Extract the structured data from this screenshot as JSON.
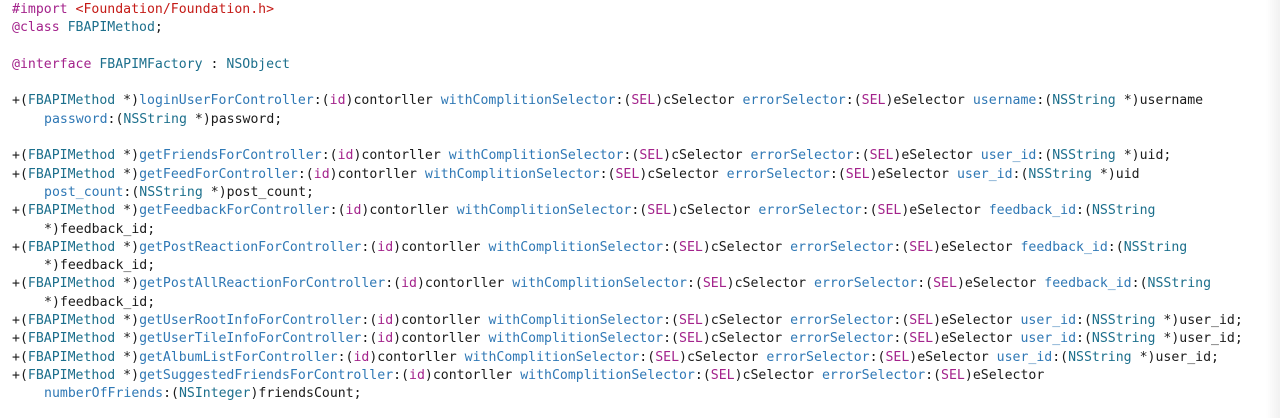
{
  "editor": {
    "language": "objective-c",
    "colors": {
      "keyword": "#a3228b",
      "string": "#c41a16",
      "class": "#1c6f8c",
      "selector": "#2f78b5",
      "plain": "#1a1a1a",
      "background": "#ffffff"
    },
    "lines": [
      {
        "indent": false,
        "tokens": [
          {
            "t": "kw",
            "v": "#import "
          },
          {
            "t": "str",
            "v": "<Foundation/Foundation.h>"
          }
        ]
      },
      {
        "indent": false,
        "tokens": [
          {
            "t": "kw",
            "v": "@class "
          },
          {
            "t": "cls",
            "v": "FBAPIMethod"
          },
          {
            "t": "pl",
            "v": ";"
          }
        ]
      },
      {
        "indent": false,
        "tokens": []
      },
      {
        "indent": false,
        "tokens": [
          {
            "t": "kw",
            "v": "@interface "
          },
          {
            "t": "cls",
            "v": "FBAPIMFactory"
          },
          {
            "t": "pl",
            "v": " : "
          },
          {
            "t": "cls",
            "v": "NSObject"
          }
        ]
      },
      {
        "indent": false,
        "tokens": []
      },
      {
        "indent": false,
        "tokens": [
          {
            "t": "pl",
            "v": "+("
          },
          {
            "t": "cls",
            "v": "FBAPIMethod"
          },
          {
            "t": "pl",
            "v": " *)"
          },
          {
            "t": "sel",
            "v": "loginUserForController"
          },
          {
            "t": "pl",
            "v": ":("
          },
          {
            "t": "kw",
            "v": "id"
          },
          {
            "t": "pl",
            "v": ")contorller "
          },
          {
            "t": "sel",
            "v": "withComplitionSelector"
          },
          {
            "t": "pl",
            "v": ":("
          },
          {
            "t": "kw",
            "v": "SEL"
          },
          {
            "t": "pl",
            "v": ")cSelector "
          },
          {
            "t": "sel",
            "v": "errorSelector"
          },
          {
            "t": "pl",
            "v": ":("
          },
          {
            "t": "kw",
            "v": "SEL"
          },
          {
            "t": "pl",
            "v": ")eSelector "
          },
          {
            "t": "sel",
            "v": "username"
          },
          {
            "t": "pl",
            "v": ":("
          },
          {
            "t": "cls",
            "v": "NSString"
          },
          {
            "t": "pl",
            "v": " *)username"
          }
        ]
      },
      {
        "indent": true,
        "tokens": [
          {
            "t": "sel",
            "v": "password"
          },
          {
            "t": "pl",
            "v": ":("
          },
          {
            "t": "cls",
            "v": "NSString"
          },
          {
            "t": "pl",
            "v": " *)password;"
          }
        ]
      },
      {
        "indent": false,
        "tokens": []
      },
      {
        "indent": false,
        "tokens": [
          {
            "t": "pl",
            "v": "+("
          },
          {
            "t": "cls",
            "v": "FBAPIMethod"
          },
          {
            "t": "pl",
            "v": " *)"
          },
          {
            "t": "sel",
            "v": "getFriendsForController"
          },
          {
            "t": "pl",
            "v": ":("
          },
          {
            "t": "kw",
            "v": "id"
          },
          {
            "t": "pl",
            "v": ")contorller "
          },
          {
            "t": "sel",
            "v": "withComplitionSelector"
          },
          {
            "t": "pl",
            "v": ":("
          },
          {
            "t": "kw",
            "v": "SEL"
          },
          {
            "t": "pl",
            "v": ")cSelector "
          },
          {
            "t": "sel",
            "v": "errorSelector"
          },
          {
            "t": "pl",
            "v": ":("
          },
          {
            "t": "kw",
            "v": "SEL"
          },
          {
            "t": "pl",
            "v": ")eSelector "
          },
          {
            "t": "sel",
            "v": "user_id"
          },
          {
            "t": "pl",
            "v": ":("
          },
          {
            "t": "cls",
            "v": "NSString"
          },
          {
            "t": "pl",
            "v": " *)uid;"
          }
        ]
      },
      {
        "indent": false,
        "tokens": [
          {
            "t": "pl",
            "v": "+("
          },
          {
            "t": "cls",
            "v": "FBAPIMethod"
          },
          {
            "t": "pl",
            "v": " *)"
          },
          {
            "t": "sel",
            "v": "getFeedForController"
          },
          {
            "t": "pl",
            "v": ":("
          },
          {
            "t": "kw",
            "v": "id"
          },
          {
            "t": "pl",
            "v": ")contorller "
          },
          {
            "t": "sel",
            "v": "withComplitionSelector"
          },
          {
            "t": "pl",
            "v": ":("
          },
          {
            "t": "kw",
            "v": "SEL"
          },
          {
            "t": "pl",
            "v": ")cSelector "
          },
          {
            "t": "sel",
            "v": "errorSelector"
          },
          {
            "t": "pl",
            "v": ":("
          },
          {
            "t": "kw",
            "v": "SEL"
          },
          {
            "t": "pl",
            "v": ")eSelector "
          },
          {
            "t": "sel",
            "v": "user_id"
          },
          {
            "t": "pl",
            "v": ":("
          },
          {
            "t": "cls",
            "v": "NSString"
          },
          {
            "t": "pl",
            "v": " *)uid"
          }
        ]
      },
      {
        "indent": true,
        "tokens": [
          {
            "t": "sel",
            "v": "post_count"
          },
          {
            "t": "pl",
            "v": ":("
          },
          {
            "t": "cls",
            "v": "NSString"
          },
          {
            "t": "pl",
            "v": " *)post_count;"
          }
        ]
      },
      {
        "indent": false,
        "tokens": [
          {
            "t": "pl",
            "v": "+("
          },
          {
            "t": "cls",
            "v": "FBAPIMethod"
          },
          {
            "t": "pl",
            "v": " *)"
          },
          {
            "t": "sel",
            "v": "getFeedbackForController"
          },
          {
            "t": "pl",
            "v": ":("
          },
          {
            "t": "kw",
            "v": "id"
          },
          {
            "t": "pl",
            "v": ")contorller "
          },
          {
            "t": "sel",
            "v": "withComplitionSelector"
          },
          {
            "t": "pl",
            "v": ":("
          },
          {
            "t": "kw",
            "v": "SEL"
          },
          {
            "t": "pl",
            "v": ")cSelector "
          },
          {
            "t": "sel",
            "v": "errorSelector"
          },
          {
            "t": "pl",
            "v": ":("
          },
          {
            "t": "kw",
            "v": "SEL"
          },
          {
            "t": "pl",
            "v": ")eSelector "
          },
          {
            "t": "sel",
            "v": "feedback_id"
          },
          {
            "t": "pl",
            "v": ":("
          },
          {
            "t": "cls",
            "v": "NSString"
          }
        ]
      },
      {
        "indent": true,
        "tokens": [
          {
            "t": "pl",
            "v": "*)feedback_id;"
          }
        ]
      },
      {
        "indent": false,
        "tokens": [
          {
            "t": "pl",
            "v": "+("
          },
          {
            "t": "cls",
            "v": "FBAPIMethod"
          },
          {
            "t": "pl",
            "v": " *)"
          },
          {
            "t": "sel",
            "v": "getPostReactionForController"
          },
          {
            "t": "pl",
            "v": ":("
          },
          {
            "t": "kw",
            "v": "id"
          },
          {
            "t": "pl",
            "v": ")contorller "
          },
          {
            "t": "sel",
            "v": "withComplitionSelector"
          },
          {
            "t": "pl",
            "v": ":("
          },
          {
            "t": "kw",
            "v": "SEL"
          },
          {
            "t": "pl",
            "v": ")cSelector "
          },
          {
            "t": "sel",
            "v": "errorSelector"
          },
          {
            "t": "pl",
            "v": ":("
          },
          {
            "t": "kw",
            "v": "SEL"
          },
          {
            "t": "pl",
            "v": ")eSelector "
          },
          {
            "t": "sel",
            "v": "feedback_id"
          },
          {
            "t": "pl",
            "v": ":("
          },
          {
            "t": "cls",
            "v": "NSString"
          }
        ]
      },
      {
        "indent": true,
        "tokens": [
          {
            "t": "pl",
            "v": "*)feedback_id;"
          }
        ]
      },
      {
        "indent": false,
        "tokens": [
          {
            "t": "pl",
            "v": "+("
          },
          {
            "t": "cls",
            "v": "FBAPIMethod"
          },
          {
            "t": "pl",
            "v": " *)"
          },
          {
            "t": "sel",
            "v": "getPostAllReactionForController"
          },
          {
            "t": "pl",
            "v": ":("
          },
          {
            "t": "kw",
            "v": "id"
          },
          {
            "t": "pl",
            "v": ")contorller "
          },
          {
            "t": "sel",
            "v": "withComplitionSelector"
          },
          {
            "t": "pl",
            "v": ":("
          },
          {
            "t": "kw",
            "v": "SEL"
          },
          {
            "t": "pl",
            "v": ")cSelector "
          },
          {
            "t": "sel",
            "v": "errorSelector"
          },
          {
            "t": "pl",
            "v": ":("
          },
          {
            "t": "kw",
            "v": "SEL"
          },
          {
            "t": "pl",
            "v": ")eSelector "
          },
          {
            "t": "sel",
            "v": "feedback_id"
          },
          {
            "t": "pl",
            "v": ":("
          },
          {
            "t": "cls",
            "v": "NSString"
          }
        ]
      },
      {
        "indent": true,
        "tokens": [
          {
            "t": "pl",
            "v": "*)feedback_id;"
          }
        ]
      },
      {
        "indent": false,
        "tokens": [
          {
            "t": "pl",
            "v": "+("
          },
          {
            "t": "cls",
            "v": "FBAPIMethod"
          },
          {
            "t": "pl",
            "v": " *)"
          },
          {
            "t": "sel",
            "v": "getUserRootInfoForController"
          },
          {
            "t": "pl",
            "v": ":("
          },
          {
            "t": "kw",
            "v": "id"
          },
          {
            "t": "pl",
            "v": ")contorller "
          },
          {
            "t": "sel",
            "v": "withComplitionSelector"
          },
          {
            "t": "pl",
            "v": ":("
          },
          {
            "t": "kw",
            "v": "SEL"
          },
          {
            "t": "pl",
            "v": ")cSelector "
          },
          {
            "t": "sel",
            "v": "errorSelector"
          },
          {
            "t": "pl",
            "v": ":("
          },
          {
            "t": "kw",
            "v": "SEL"
          },
          {
            "t": "pl",
            "v": ")eSelector "
          },
          {
            "t": "sel",
            "v": "user_id"
          },
          {
            "t": "pl",
            "v": ":("
          },
          {
            "t": "cls",
            "v": "NSString"
          },
          {
            "t": "pl",
            "v": " *)user_id;"
          }
        ]
      },
      {
        "indent": false,
        "tokens": [
          {
            "t": "pl",
            "v": "+("
          },
          {
            "t": "cls",
            "v": "FBAPIMethod"
          },
          {
            "t": "pl",
            "v": " *)"
          },
          {
            "t": "sel",
            "v": "getUserTileInfoForController"
          },
          {
            "t": "pl",
            "v": ":("
          },
          {
            "t": "kw",
            "v": "id"
          },
          {
            "t": "pl",
            "v": ")contorller "
          },
          {
            "t": "sel",
            "v": "withComplitionSelector"
          },
          {
            "t": "pl",
            "v": ":("
          },
          {
            "t": "kw",
            "v": "SEL"
          },
          {
            "t": "pl",
            "v": ")cSelector "
          },
          {
            "t": "sel",
            "v": "errorSelector"
          },
          {
            "t": "pl",
            "v": ":("
          },
          {
            "t": "kw",
            "v": "SEL"
          },
          {
            "t": "pl",
            "v": ")eSelector "
          },
          {
            "t": "sel",
            "v": "user_id"
          },
          {
            "t": "pl",
            "v": ":("
          },
          {
            "t": "cls",
            "v": "NSString"
          },
          {
            "t": "pl",
            "v": " *)user_id;"
          }
        ]
      },
      {
        "indent": false,
        "tokens": [
          {
            "t": "pl",
            "v": "+("
          },
          {
            "t": "cls",
            "v": "FBAPIMethod"
          },
          {
            "t": "pl",
            "v": " *)"
          },
          {
            "t": "sel",
            "v": "getAlbumListForController"
          },
          {
            "t": "pl",
            "v": ":("
          },
          {
            "t": "kw",
            "v": "id"
          },
          {
            "t": "pl",
            "v": ")contorller "
          },
          {
            "t": "sel",
            "v": "withComplitionSelector"
          },
          {
            "t": "pl",
            "v": ":("
          },
          {
            "t": "kw",
            "v": "SEL"
          },
          {
            "t": "pl",
            "v": ")cSelector "
          },
          {
            "t": "sel",
            "v": "errorSelector"
          },
          {
            "t": "pl",
            "v": ":("
          },
          {
            "t": "kw",
            "v": "SEL"
          },
          {
            "t": "pl",
            "v": ")eSelector "
          },
          {
            "t": "sel",
            "v": "user_id"
          },
          {
            "t": "pl",
            "v": ":("
          },
          {
            "t": "cls",
            "v": "NSString"
          },
          {
            "t": "pl",
            "v": " *)user_id;"
          }
        ]
      },
      {
        "indent": false,
        "tokens": [
          {
            "t": "pl",
            "v": "+("
          },
          {
            "t": "cls",
            "v": "FBAPIMethod"
          },
          {
            "t": "pl",
            "v": " *)"
          },
          {
            "t": "sel",
            "v": "getSuggestedFriendsForController"
          },
          {
            "t": "pl",
            "v": ":("
          },
          {
            "t": "kw",
            "v": "id"
          },
          {
            "t": "pl",
            "v": ")contorller "
          },
          {
            "t": "sel",
            "v": "withComplitionSelector"
          },
          {
            "t": "pl",
            "v": ":("
          },
          {
            "t": "kw",
            "v": "SEL"
          },
          {
            "t": "pl",
            "v": ")cSelector "
          },
          {
            "t": "sel",
            "v": "errorSelector"
          },
          {
            "t": "pl",
            "v": ":("
          },
          {
            "t": "kw",
            "v": "SEL"
          },
          {
            "t": "pl",
            "v": ")eSelector"
          }
        ]
      },
      {
        "indent": true,
        "tokens": [
          {
            "t": "sel",
            "v": "numberOfFriends"
          },
          {
            "t": "pl",
            "v": ":("
          },
          {
            "t": "cls",
            "v": "NSInteger"
          },
          {
            "t": "pl",
            "v": ")friendsCount;"
          }
        ]
      }
    ]
  }
}
